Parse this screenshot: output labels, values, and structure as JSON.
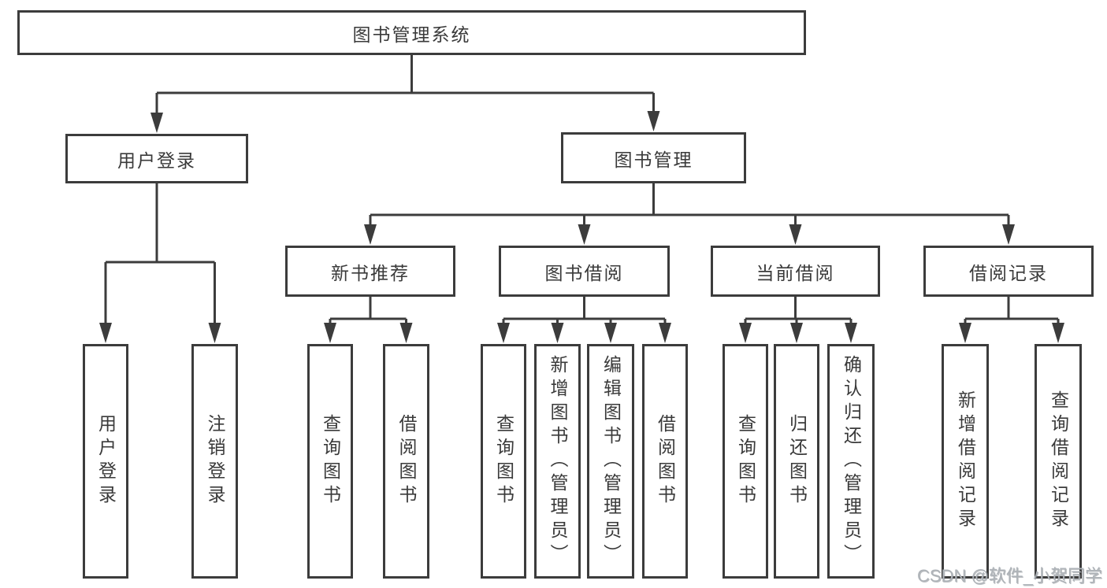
{
  "diagram_title": "图书管理系统",
  "tree": {
    "label": "图书管理系统",
    "children": [
      {
        "label": "用户登录",
        "children": [
          {
            "label": "用户登录"
          },
          {
            "label": "注销登录"
          }
        ]
      },
      {
        "label": "图书管理",
        "children": [
          {
            "label": "新书推荐",
            "children": [
              {
                "label": "查询图书"
              },
              {
                "label": "借阅图书"
              }
            ]
          },
          {
            "label": "图书借阅",
            "children": [
              {
                "label": "查询图书"
              },
              {
                "label": "新增图书（管理员）"
              },
              {
                "label": "编辑图书（管理员）"
              },
              {
                "label": "借阅图书"
              }
            ]
          },
          {
            "label": "当前借阅",
            "children": [
              {
                "label": "查询图书"
              },
              {
                "label": "归还图书"
              },
              {
                "label": "确认归还（管理员）"
              }
            ]
          },
          {
            "label": "借阅记录",
            "children": [
              {
                "label": "新增借阅记录"
              },
              {
                "label": "查询借阅记录"
              }
            ]
          }
        ]
      }
    ]
  },
  "watermark": "CSDN @软件_小贺同学",
  "colors": {
    "line": "#3c3c3c",
    "text": "#3a3a3a",
    "watermark": "#aeb3b8",
    "background": "#ffffff"
  }
}
